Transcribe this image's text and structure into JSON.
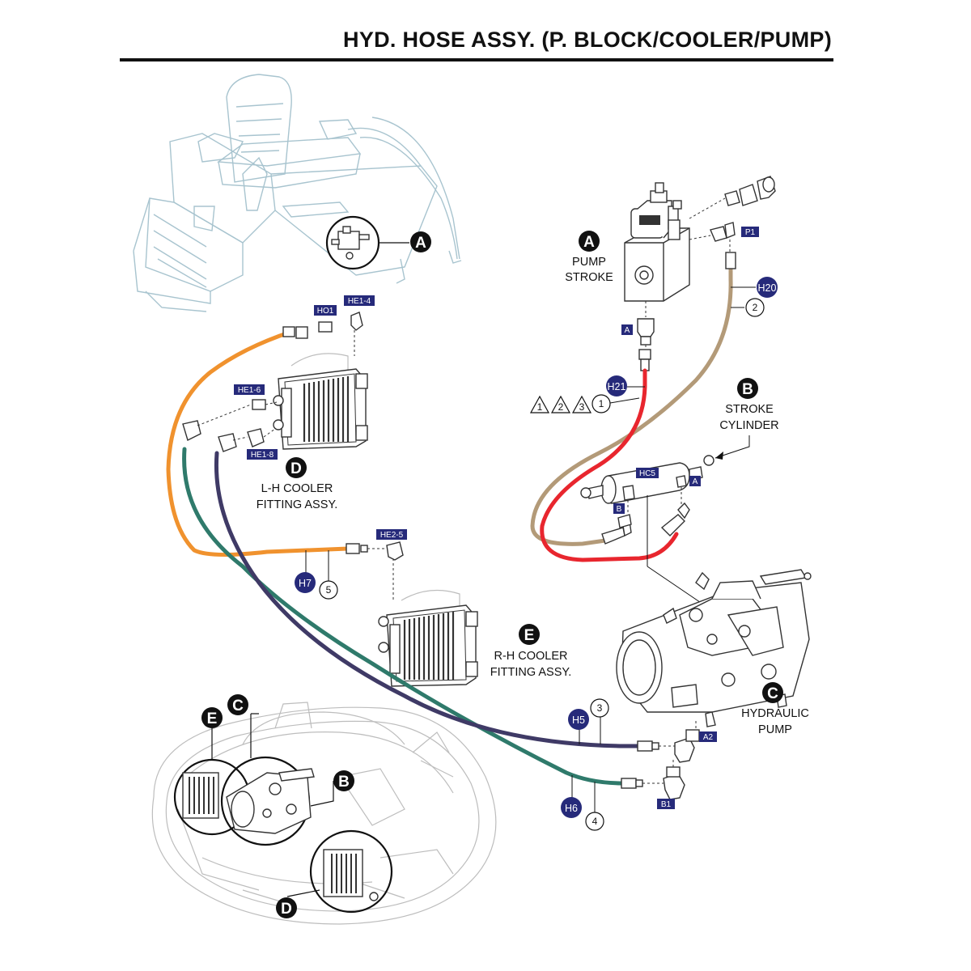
{
  "header": {
    "title": "HYD. HOSE ASSY. (P. BLOCK/COOLER/PUMP)"
  },
  "callouts": {
    "A": {
      "letter": "A",
      "line1": "PUMP",
      "line2": "STROKE"
    },
    "B": {
      "letter": "B",
      "line1": "STROKE",
      "line2": "CYLINDER"
    },
    "C": {
      "letter": "C",
      "line1": "HYDRAULIC",
      "line2": "PUMP"
    },
    "D": {
      "letter": "D",
      "line1": "L-H COOLER",
      "line2": "FITTING ASSY."
    },
    "E": {
      "letter": "E",
      "line1": "R-H COOLER",
      "line2": "FITTING ASSY."
    }
  },
  "overview_letters": {
    "A": "A",
    "B": "B",
    "C": "C",
    "D": "D",
    "E": "E"
  },
  "tags": {
    "P1": "P1",
    "A_pump": "A",
    "HO1": "HO1",
    "HE1_4": "HE1-4",
    "HE1_6": "HE1-6",
    "HE1_8": "HE1-8",
    "HE2_5": "HE2-5",
    "HC5": "HC5",
    "B_cyl": "B",
    "A_cyl": "A",
    "A2": "A2",
    "B1": "B1"
  },
  "hose_ids": {
    "H20": "H20",
    "H21": "H21",
    "H7": "H7",
    "H5": "H5",
    "H6": "H6"
  },
  "item_numbers": {
    "n1": "1",
    "n2": "2",
    "n3": "3",
    "n4": "4",
    "n5": "5"
  },
  "notes": {
    "t1": "1",
    "t2": "2",
    "t3": "3"
  },
  "colors": {
    "orange_hose": "#f0922e",
    "green_hose": "#2f7a6b",
    "purple_hose": "#3f3a66",
    "red_hose": "#e8262e",
    "tan_hose": "#b39a78",
    "tag_blue": "#262a7a",
    "ghost": "#a8c4cf"
  }
}
